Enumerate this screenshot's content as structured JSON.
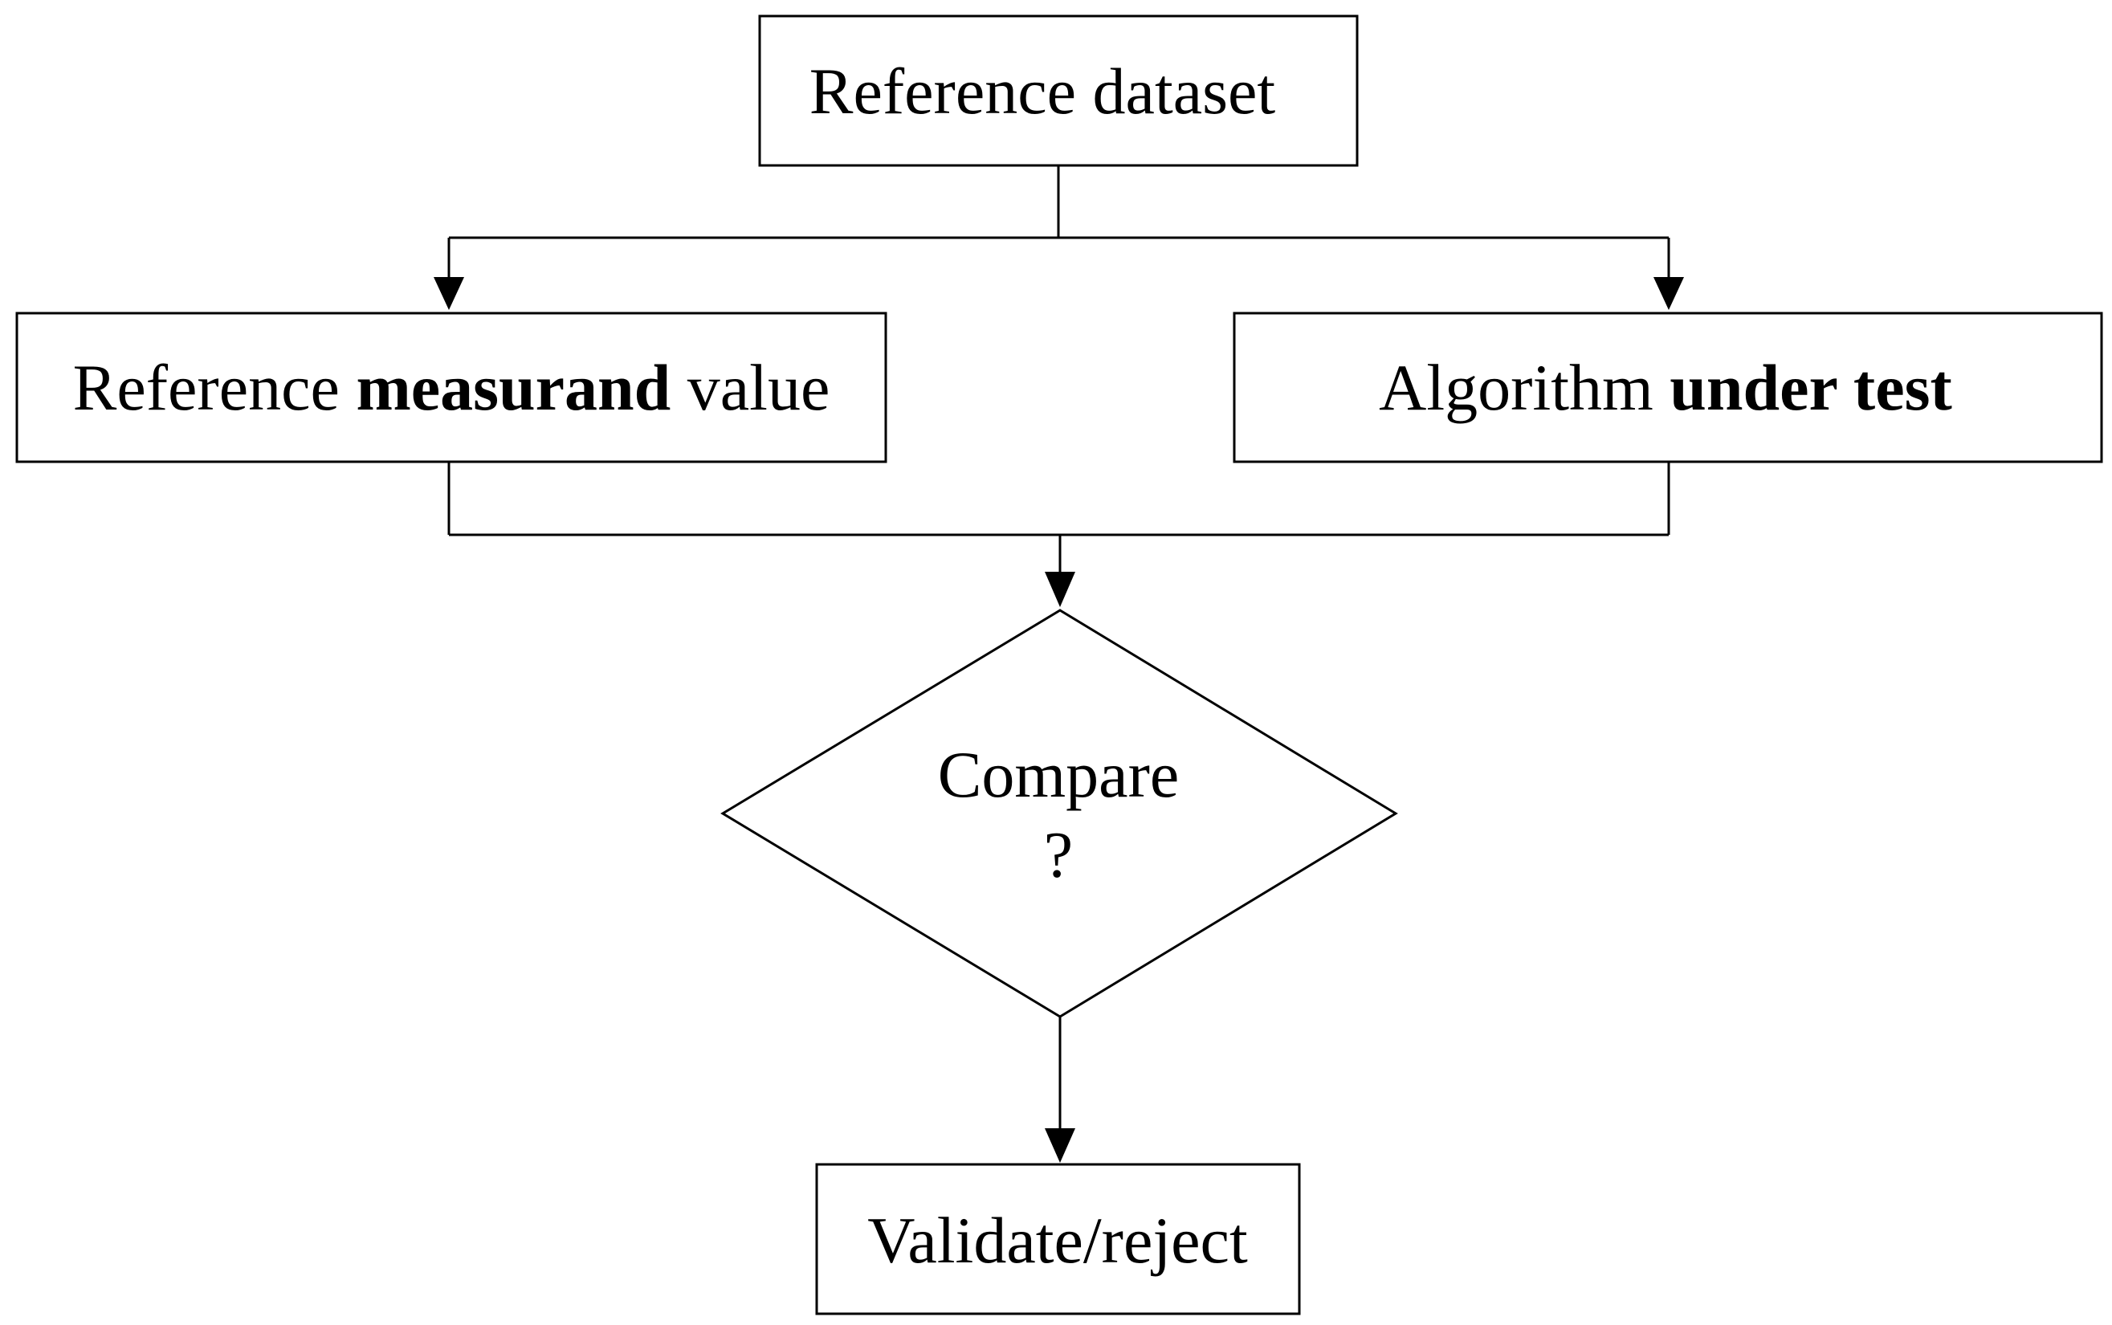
{
  "nodes": {
    "reference_dataset": {
      "label": "Reference dataset"
    },
    "reference_measurand": {
      "label_prefix": "Reference ",
      "label_bold": "measurand",
      "label_suffix": " value"
    },
    "algorithm": {
      "label_prefix": "Algorithm ",
      "label_bold": "under test"
    },
    "compare": {
      "line1": "Compare",
      "line2": "?"
    },
    "validate": {
      "label": "Validate/reject"
    }
  },
  "edges": [
    {
      "from": "Reference dataset",
      "to": "Reference measurand value"
    },
    {
      "from": "Reference dataset",
      "to": "Algorithm under test"
    },
    {
      "from": "Reference measurand value",
      "to": "Compare ?"
    },
    {
      "from": "Algorithm under test",
      "to": "Compare ?"
    },
    {
      "from": "Compare ?",
      "to": "Validate/reject"
    }
  ]
}
